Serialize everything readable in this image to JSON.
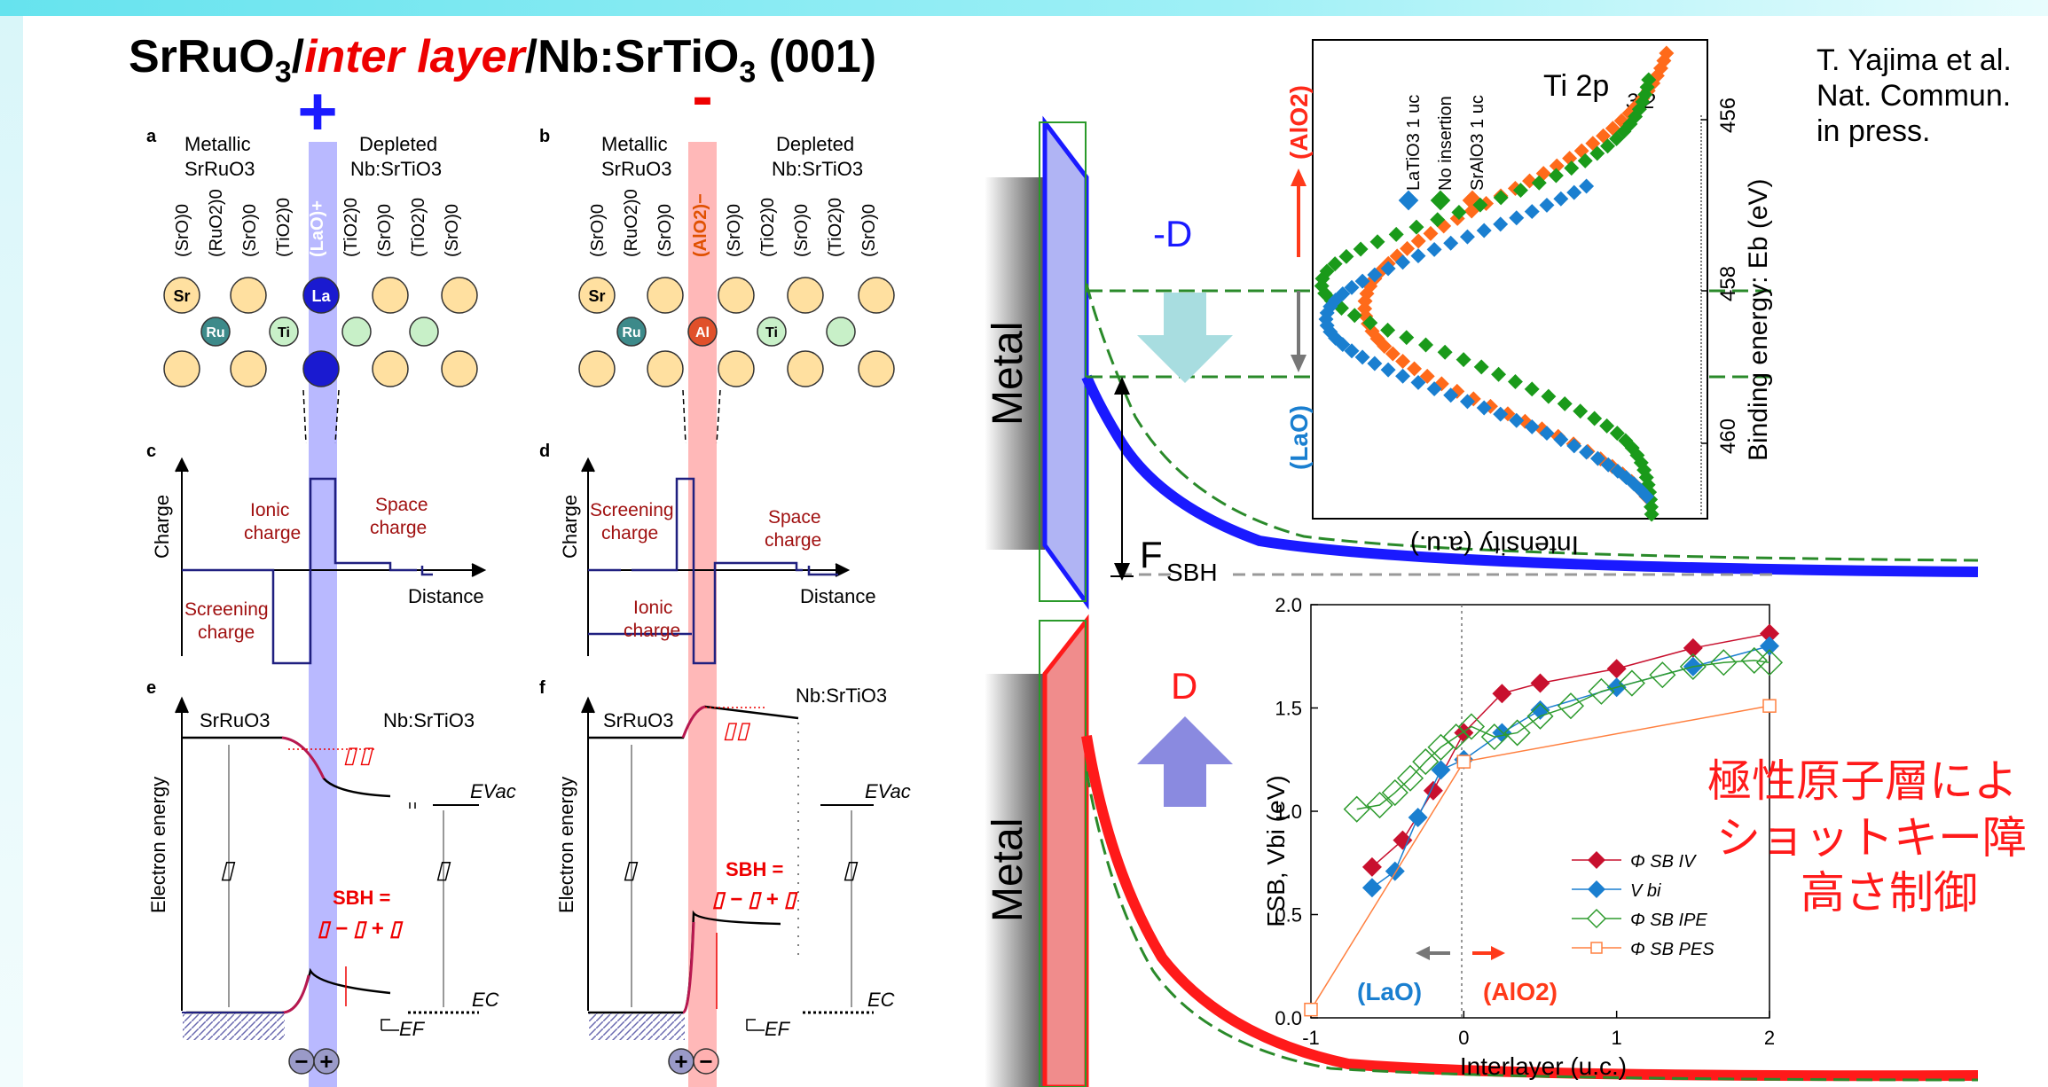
{
  "slide": {
    "title": {
      "pre": "SrRuO",
      "sub3": "3",
      "slash1": "/",
      "inter": "inter layer",
      "slash2": "/Nb:SrTiO",
      "sub3b": "3",
      "orient": " (001)"
    },
    "citation": [
      "T. Yajima et al.",
      "Nat. Commun.",
      "in press."
    ],
    "colors": {
      "blue": "#1a1aff",
      "red": "#ff1a1a",
      "orange": "#ff6a1a",
      "green": "#1a9a1a",
      "teal": "#1a7fd0",
      "darkred": "#a01010"
    }
  },
  "panels": {
    "plus_sign": "+",
    "minus_sign": "-",
    "a": {
      "letter": "a",
      "left_title": [
        "Metallic",
        "SrRuO3"
      ],
      "right_title": [
        "Depleted",
        "Nb:SrTiO3"
      ],
      "layers": [
        "(SrO)0",
        "(RuO2)0",
        "(SrO)0",
        "(TiO2)0",
        "(LaO)+",
        "(TiO2)0",
        "(SrO)0",
        "(TiO2)0",
        "(SrO)0"
      ],
      "atoms": [
        "Sr",
        "Ru",
        "Ti",
        "La"
      ]
    },
    "b": {
      "letter": "b",
      "left_title": [
        "Metallic",
        "SrRuO3"
      ],
      "right_title": [
        "Depleted",
        "Nb:SrTiO3"
      ],
      "layers": [
        "(SrO)0",
        "(RuO2)0",
        "(SrO)0",
        "(AlO2)−",
        "(SrO)0",
        "(TiO2)0",
        "(SrO)0",
        "(TiO2)0",
        "(SrO)0"
      ],
      "atoms": [
        "Sr",
        "Ru",
        "Al",
        "Ti"
      ]
    },
    "c": {
      "letter": "c",
      "ylabel": "Charge",
      "xlabel": "Distance",
      "label1": [
        "Ionic",
        "charge"
      ],
      "label2": [
        "Space",
        "charge"
      ],
      "label3": [
        "Screening",
        "charge"
      ]
    },
    "d": {
      "letter": "d",
      "ylabel": "Charge",
      "xlabel": "Distance",
      "label1": [
        "Screening",
        "charge"
      ],
      "label2": [
        "Space",
        "charge"
      ],
      "label3": [
        "Ionic",
        "charge"
      ]
    },
    "e": {
      "letter": "e",
      "ylabel": "Electron energy",
      "left": "SrRuO3",
      "right": "Nb:SrTiO3",
      "evac": "EVac",
      "ec": "EC",
      "ef": "EF",
      "sbh": "SBH =",
      "sbh_formula": "▯ − ▯ + ▯",
      "glyph": "▯",
      "ions": [
        "−",
        "+"
      ]
    },
    "f": {
      "letter": "f",
      "ylabel": "Electron energy",
      "left": "SrRuO3",
      "right": "Nb:SrTiO3",
      "evac": "EVac",
      "ec": "EC",
      "ef": "EF",
      "sbh": "SBH =",
      "sbh_formula": "▯ − ▯ + ▯",
      "glyph": "▯",
      "ions": [
        "+",
        "−"
      ]
    }
  },
  "band": {
    "metal_label": "Metal",
    "minus_d": "-D",
    "d": "D",
    "fsbh": "F",
    "fsbh_sub": "SBH"
  },
  "xps": {
    "title": "Ti 2p",
    "title_sub": "3/2",
    "xlabel": "Intensity (a.u.)",
    "ylabel": "Binding energy: Eb (eV)",
    "yticks": [
      "456",
      "458",
      "460"
    ],
    "legend": [
      "LaTiO3 1 uc",
      "No insertion",
      "SrAlO3 1 uc"
    ],
    "alo2_label": "(AlO2)",
    "lao_label": "(LaO)"
  },
  "chart_data": {
    "type": "line",
    "xlabel": "Interlayer (u.c.)",
    "ylabel": "FSB, Vbi (eV)",
    "xlim": [
      -1,
      2
    ],
    "ylim": [
      0.0,
      2.0
    ],
    "xticks": [
      "-1",
      "0",
      "1",
      "2"
    ],
    "yticks": [
      "0.0",
      "0.5",
      "1.0",
      "1.5",
      "2.0"
    ],
    "annot_left": "(LaO)",
    "annot_right": "(AlO2)",
    "series": [
      {
        "name": "Φ SB IV",
        "color": "#c8102e",
        "marker": "diamond-filled",
        "x": [
          -0.6,
          -0.4,
          -0.2,
          0,
          0.25,
          0.5,
          1.0,
          1.5,
          2.0
        ],
        "y": [
          0.73,
          0.86,
          1.1,
          1.38,
          1.57,
          1.62,
          1.69,
          1.79,
          1.86
        ]
      },
      {
        "name": "V bi",
        "color": "#1a7fd0",
        "marker": "diamond-filled",
        "x": [
          -0.6,
          -0.45,
          -0.3,
          -0.15,
          0,
          0.25,
          0.5,
          1.0,
          1.5,
          2.0
        ],
        "y": [
          0.63,
          0.71,
          0.97,
          1.2,
          1.25,
          1.38,
          1.49,
          1.6,
          1.7,
          1.8
        ]
      },
      {
        "name": "Φ SB IPE",
        "color": "#2e9b2e",
        "marker": "diamond-open",
        "x": [
          -0.7,
          -0.55,
          -0.45,
          -0.35,
          -0.25,
          -0.15,
          -0.05,
          0.05,
          0.2,
          0.35,
          0.5,
          0.7,
          0.9,
          1.1,
          1.3,
          1.5,
          1.7,
          1.9,
          2.0
        ],
        "y": [
          1.01,
          1.03,
          1.09,
          1.16,
          1.24,
          1.31,
          1.36,
          1.41,
          1.36,
          1.38,
          1.46,
          1.51,
          1.58,
          1.62,
          1.66,
          1.7,
          1.72,
          1.73,
          1.72
        ]
      },
      {
        "name": "Φ SB PES",
        "color": "#ff8040",
        "marker": "square-open",
        "x": [
          -1,
          0,
          2
        ],
        "y": [
          0.04,
          1.24,
          1.51
        ]
      }
    ]
  },
  "jp": {
    "line1": "極性原子層によ",
    "line2": "ショットキー障",
    "line3": "高さ制御"
  }
}
